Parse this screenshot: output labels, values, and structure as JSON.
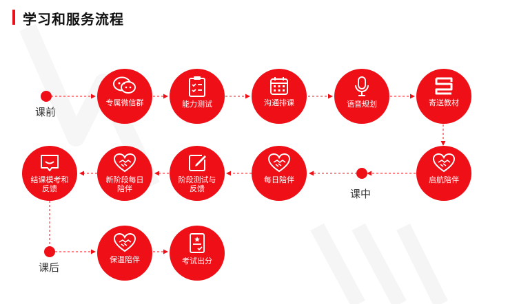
{
  "title": "学习和服务流程",
  "stages": {
    "before": "课前",
    "during": "课中",
    "after": "课后"
  },
  "steps": {
    "wechat_group": "专属微信群",
    "ability_test": "能力测试",
    "scheduling": "沟通排课",
    "speech_plan": "语音规划",
    "send_materials": "寄送教材",
    "launch_support": "启航陪伴",
    "daily_support": "每日陪伴",
    "stage_test": "阶段测试与反馈",
    "new_stage": "新阶段每日陪伴",
    "mock_exam": "结课模考和反馈",
    "warm_support": "保温陪伴",
    "score_out": "考试出分"
  },
  "colors": {
    "accent": "#ef0f17",
    "title_bar": "#e8101a"
  },
  "icons": {
    "wechat_group": "chat-bubbles-icon",
    "ability_test": "clipboard-checklist-icon",
    "scheduling": "calendar-icon",
    "speech_plan": "microphone-icon",
    "send_materials": "book-logo-icon",
    "launch_support": "handshake-heart-icon",
    "daily_support": "handshake-heart-icon",
    "stage_test": "edit-pen-icon",
    "new_stage": "handshake-heart-icon",
    "mock_exam": "message-box-icon",
    "warm_support": "handshake-heart-icon",
    "score_out": "certificate-icon"
  }
}
